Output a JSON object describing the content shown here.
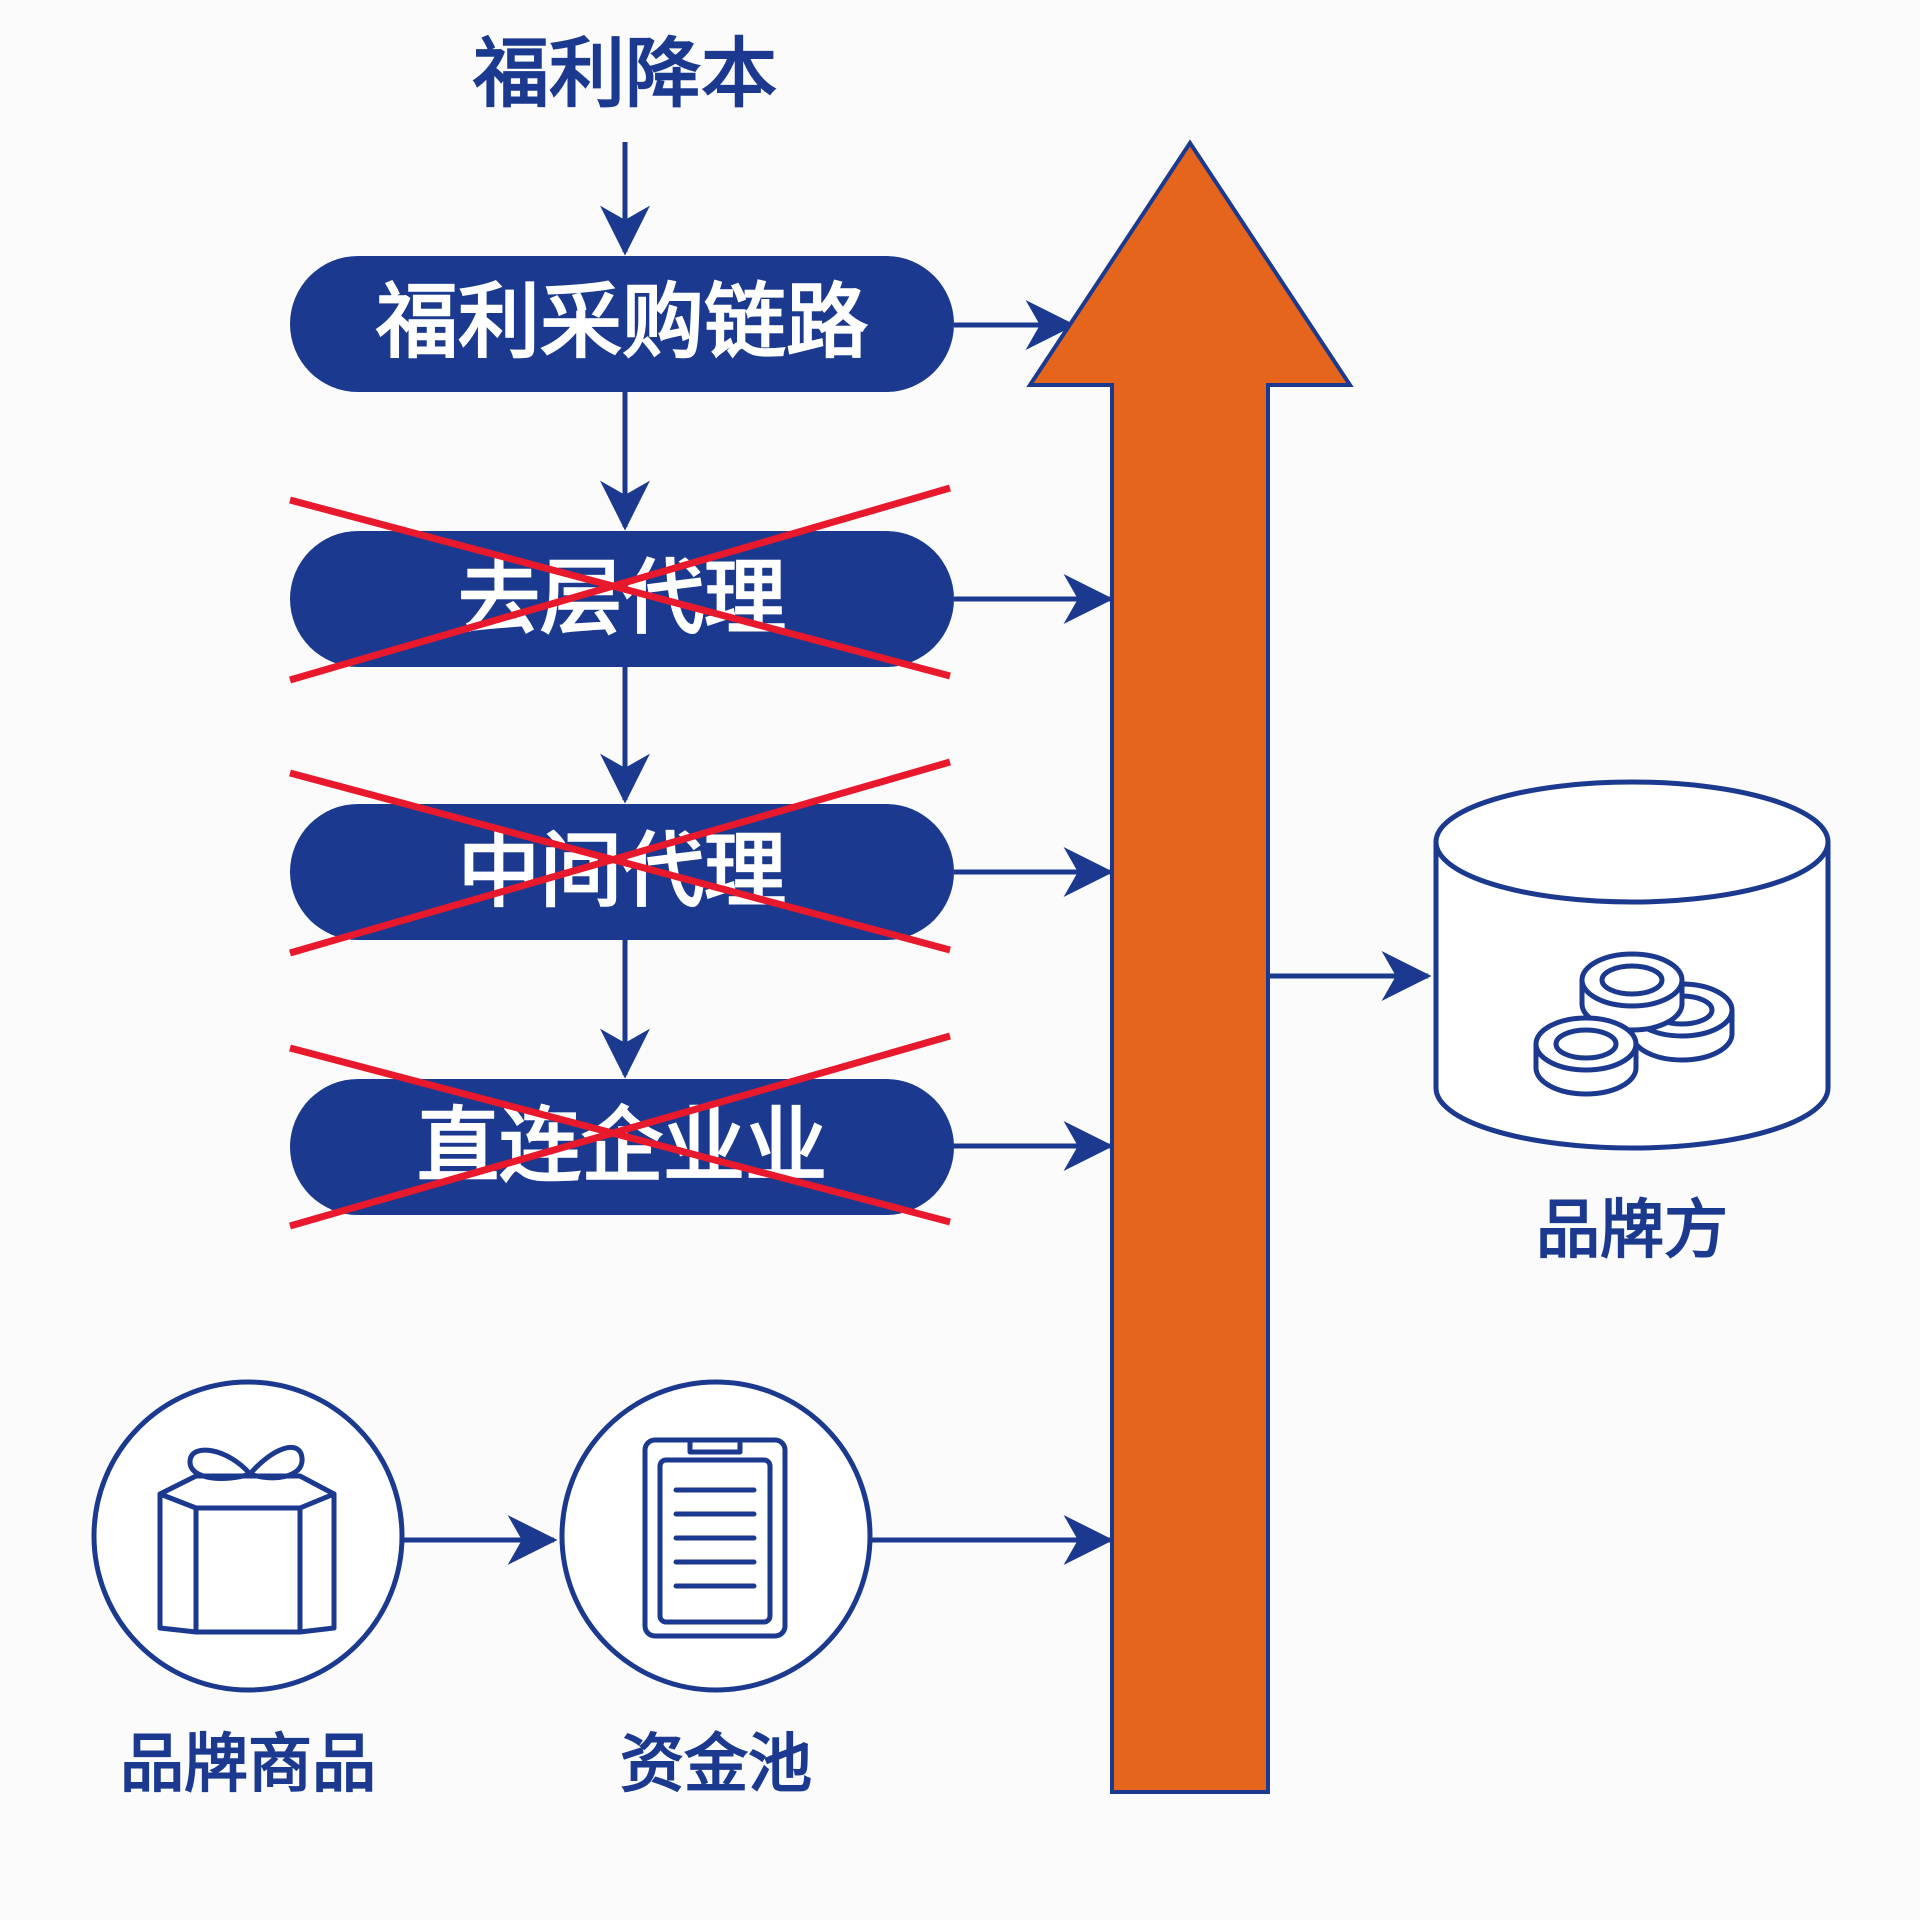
{
  "top_label": "福利降本",
  "pills": [
    {
      "label": "福利采购链路",
      "crossed": false
    },
    {
      "label": "去层代理",
      "crossed": true
    },
    {
      "label": "中间代理",
      "crossed": true
    },
    {
      "label": "直连企业业",
      "crossed": true
    }
  ],
  "bottom_nodes": [
    {
      "label": "品牌商品",
      "icon": "gift-box-icon"
    },
    {
      "label": "资金池",
      "icon": "clipboard-document-icon"
    }
  ],
  "brand": {
    "label": "品牌方",
    "icon": "coins-icon"
  },
  "colors": {
    "navy": "#1b3a8f",
    "orange": "#e5651c",
    "red_cross": "#e8192c",
    "background": "#fbfbfb"
  }
}
